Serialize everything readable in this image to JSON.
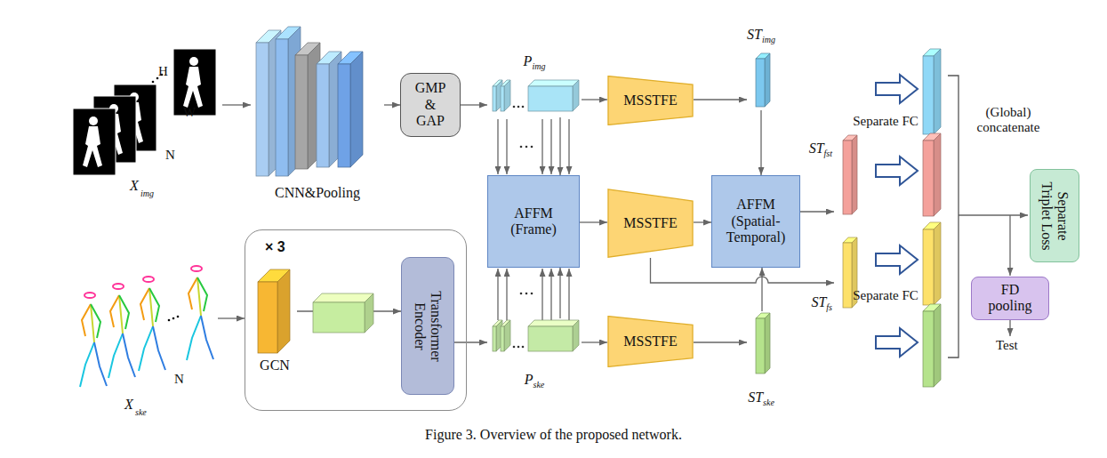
{
  "diagram": {
    "caption": "Figure 3. Overview of the proposed network.",
    "nodes": [
      {
        "text": [
          "CNN&Pooling"
        ]
      },
      {
        "text": [
          "GMP & GAP"
        ]
      },
      {
        "text": [
          "P",
          "img"
        ]
      },
      {
        "text": [
          "MSSTFE"
        ]
      },
      {
        "text": [
          "ST",
          "img"
        ]
      },
      {
        "text": [
          "AFFM (Frame)"
        ]
      },
      {
        "text": [
          "MSSTFE"
        ]
      },
      {
        "text": [
          "AFFM (Spatial-Temporal)"
        ]
      },
      {
        "text": [
          "ST",
          "fst"
        ]
      },
      {
        "text": [
          "ST",
          "fs"
        ]
      },
      {
        "text": [
          "× 3"
        ]
      },
      {
        "text": [
          "GCN"
        ],
        "in": 10
      },
      {
        "text": [
          "Transformer Encoder"
        ],
        "in": 10
      },
      {
        "text": [
          "P",
          "ske"
        ]
      },
      {
        "text": [
          "MSSTFE"
        ]
      },
      {
        "text": [
          "ST",
          "ske"
        ]
      },
      {
        "text": [
          "Separate Triplet Loss"
        ]
      },
      {
        "text": [
          "FD pooling"
        ]
      }
    ],
    "edges": [
      {
        "from": 0,
        "to": 1,
        "arrow": "to"
      },
      {
        "from": 1,
        "to": 2,
        "arrow": "to"
      },
      {
        "from": 2,
        "to": 3,
        "arrow": "to"
      },
      {
        "from": 3,
        "to": 4,
        "arrow": "to"
      },
      {
        "from": 2,
        "to": 5,
        "arrow": "to"
      },
      {
        "from": 13,
        "to": 5,
        "arrow": "to"
      },
      {
        "from": 5,
        "to": 6,
        "arrow": "to"
      },
      {
        "from": 6,
        "to": 7,
        "arrow": "to"
      },
      {
        "from": 4,
        "to": 7,
        "arrow": "to"
      },
      {
        "from": 7,
        "to": 8,
        "arrow": "to"
      },
      {
        "from": 6,
        "to": 9,
        "arrow": "to"
      },
      {
        "from": 15,
        "to": 7,
        "arrow": "to"
      },
      {
        "from": 11,
        "to": 12,
        "arrow": "to"
      },
      {
        "from": 12,
        "to": 13,
        "arrow": "to"
      },
      {
        "from": 13,
        "to": 14,
        "arrow": "to"
      },
      {
        "from": 14,
        "to": 15,
        "arrow": "to"
      }
    ],
    "labels": [
      "H",
      "W",
      "N",
      "X",
      "img",
      "N",
      "X",
      "ske",
      "Separate FC",
      "Separate FC",
      "(Global) concatenate",
      "Test"
    ]
  }
}
